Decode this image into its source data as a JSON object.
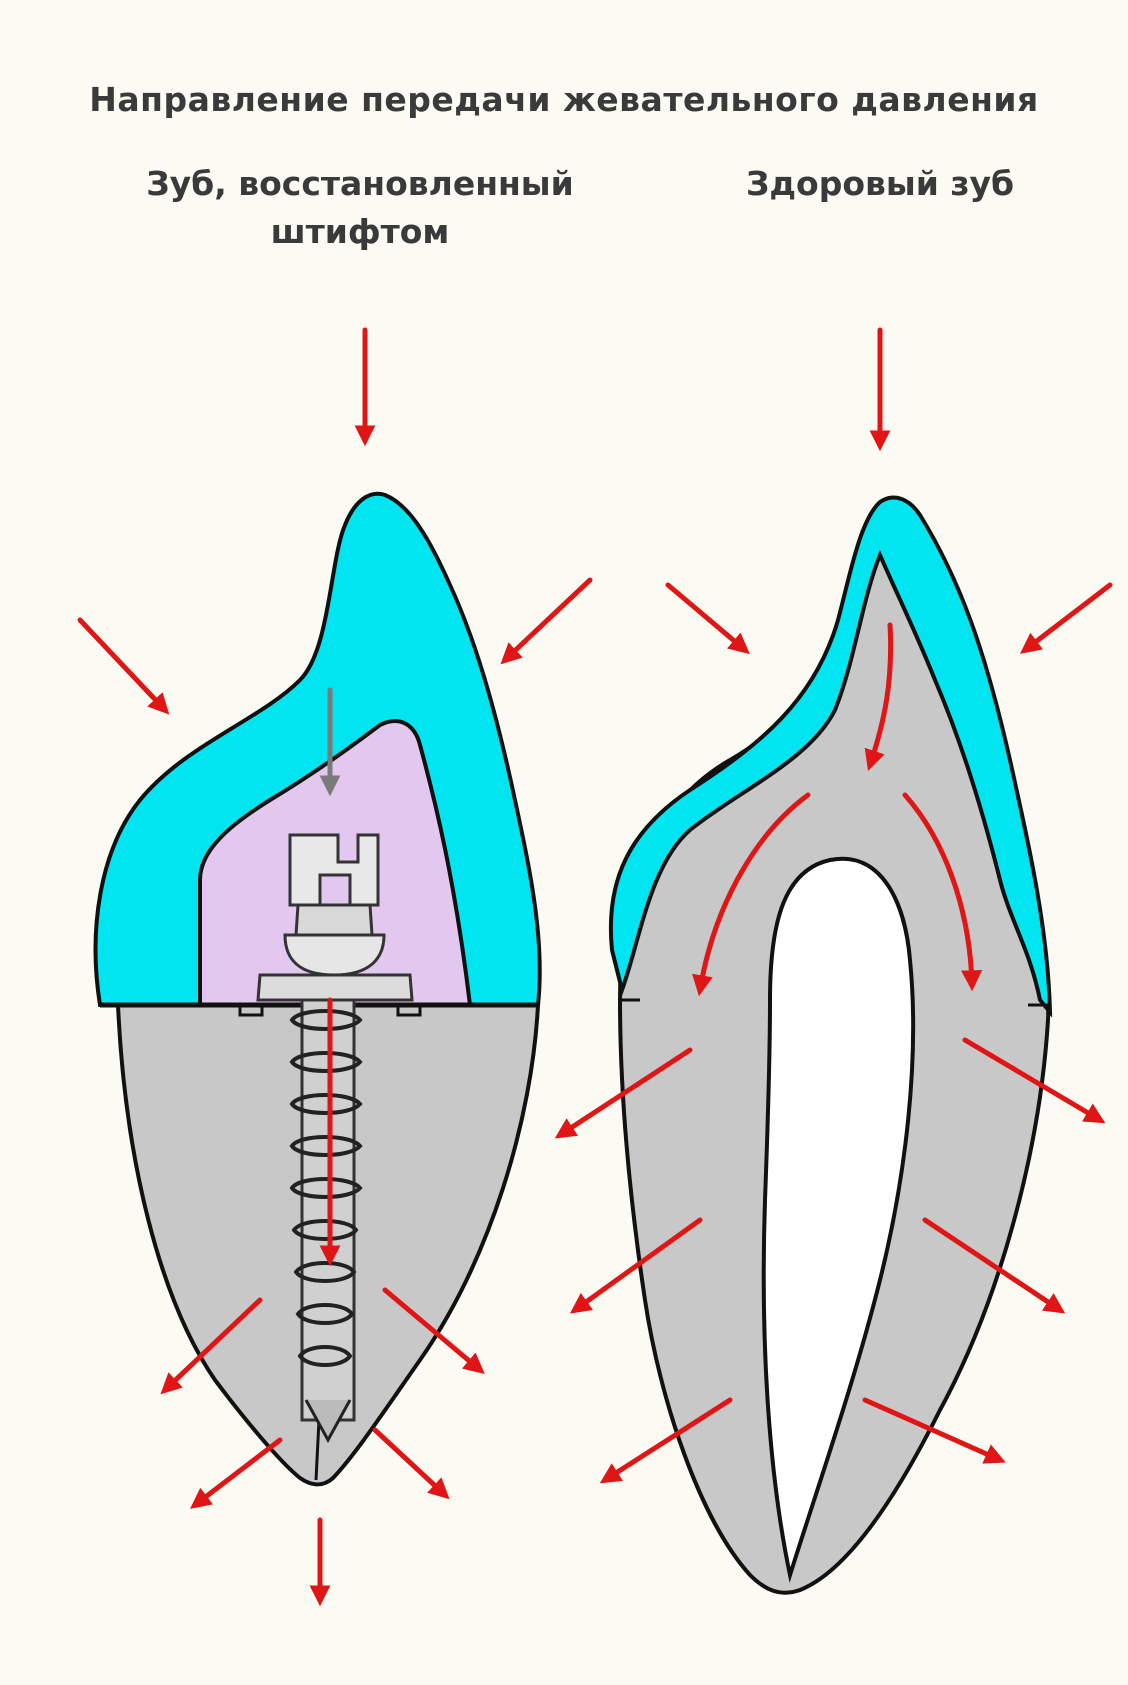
{
  "title": "Направление передачи жевательного давления",
  "labels": {
    "restored_tooth": "Зуб, восстановленный штифтом",
    "healthy_tooth": "Здоровый зуб"
  },
  "colors": {
    "background": "#fbfaf3",
    "enamel": "#00e5f0",
    "dentin": "#c8c8c8",
    "core": "#e2c8ef",
    "pulp": "#ffffff",
    "arrow": "#e01515",
    "outline": "#111111"
  }
}
